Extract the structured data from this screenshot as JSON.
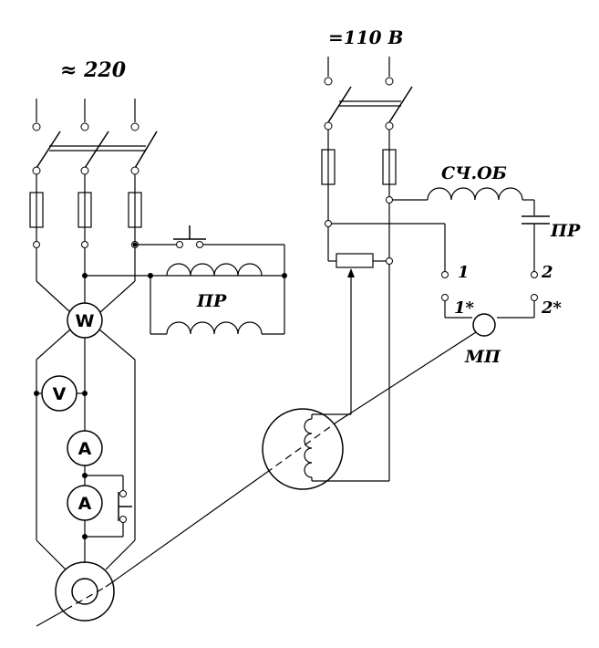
{
  "labels": {
    "ac_supply": "≈ 220",
    "dc_supply": "=110 В",
    "series_coil": "СЧ.ОБ",
    "coil_right": "ПР",
    "coil_left": "ПР",
    "terminal_1": "1",
    "terminal_2": "2",
    "terminal_1_star": "1*",
    "terminal_2_star": "2*",
    "device_mp": "МП"
  },
  "meters": {
    "wattmeter": "W",
    "voltmeter": "V",
    "ammeter_1": "A",
    "ammeter_2": "A"
  }
}
